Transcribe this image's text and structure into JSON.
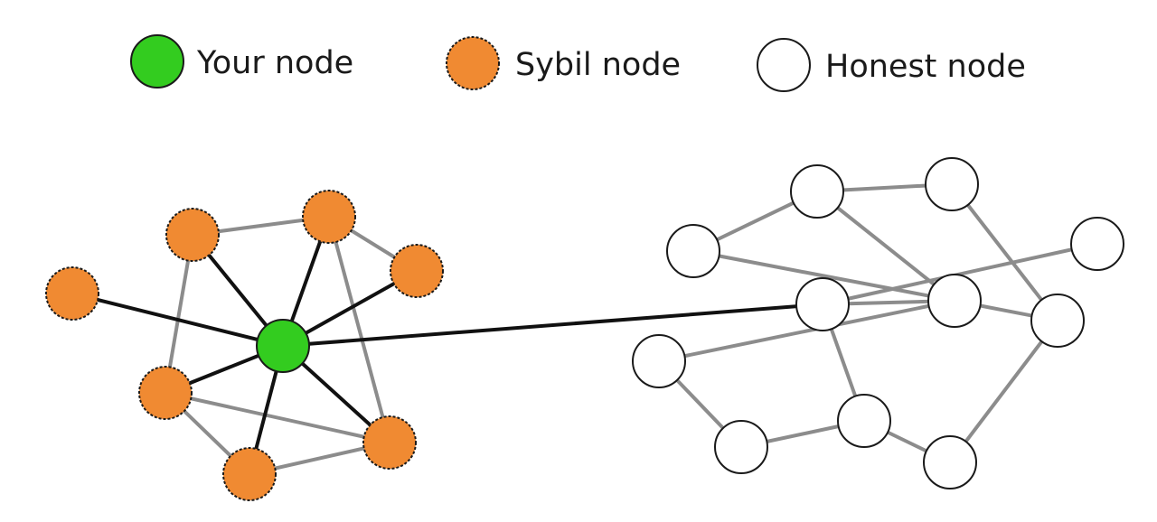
{
  "legend": {
    "your_node_label": "Your node",
    "sybil_node_label": "Sybil node",
    "honest_node_label": "Honest node"
  },
  "colors": {
    "your_node_fill": "#33cc1f",
    "sybil_node_fill": "#f08a32",
    "honest_node_fill": "#ffffff",
    "node_stroke": "#1a1a1a",
    "attack_edge": "#111111",
    "internal_edge": "#8c8c8c"
  },
  "graph": {
    "nodes": [
      {
        "id": "you",
        "type": "your_node"
      },
      {
        "id": "s1",
        "type": "sybil_node"
      },
      {
        "id": "s2",
        "type": "sybil_node"
      },
      {
        "id": "s3",
        "type": "sybil_node"
      },
      {
        "id": "s4",
        "type": "sybil_node"
      },
      {
        "id": "s5",
        "type": "sybil_node"
      },
      {
        "id": "s6",
        "type": "sybil_node"
      },
      {
        "id": "s7",
        "type": "sybil_node"
      },
      {
        "id": "h1",
        "type": "honest_node"
      },
      {
        "id": "h2",
        "type": "honest_node"
      },
      {
        "id": "h3",
        "type": "honest_node"
      },
      {
        "id": "h4",
        "type": "honest_node"
      },
      {
        "id": "h5",
        "type": "honest_node"
      },
      {
        "id": "h6",
        "type": "honest_node"
      },
      {
        "id": "h7",
        "type": "honest_node"
      },
      {
        "id": "h8",
        "type": "honest_node"
      },
      {
        "id": "h9",
        "type": "honest_node"
      },
      {
        "id": "h10",
        "type": "honest_node"
      },
      {
        "id": "h11",
        "type": "honest_node"
      }
    ],
    "edges": [
      {
        "from": "s2",
        "to": "s3",
        "kind": "internal"
      },
      {
        "from": "s2",
        "to": "s5",
        "kind": "internal"
      },
      {
        "from": "s3",
        "to": "s4",
        "kind": "internal"
      },
      {
        "from": "s3",
        "to": "s7",
        "kind": "internal"
      },
      {
        "from": "s5",
        "to": "s6",
        "kind": "internal"
      },
      {
        "from": "s5",
        "to": "s7",
        "kind": "internal"
      },
      {
        "from": "s6",
        "to": "s7",
        "kind": "internal"
      },
      {
        "from": "you",
        "to": "s1",
        "kind": "strong"
      },
      {
        "from": "you",
        "to": "s2",
        "kind": "strong"
      },
      {
        "from": "you",
        "to": "s3",
        "kind": "strong"
      },
      {
        "from": "you",
        "to": "s4",
        "kind": "strong"
      },
      {
        "from": "you",
        "to": "s5",
        "kind": "strong"
      },
      {
        "from": "you",
        "to": "s6",
        "kind": "strong"
      },
      {
        "from": "you",
        "to": "s7",
        "kind": "strong"
      },
      {
        "from": "you",
        "to": "h5",
        "kind": "strong"
      },
      {
        "from": "h1",
        "to": "h2",
        "kind": "internal"
      },
      {
        "from": "h1",
        "to": "h6",
        "kind": "internal"
      },
      {
        "from": "h2",
        "to": "h3",
        "kind": "internal"
      },
      {
        "from": "h2",
        "to": "h6",
        "kind": "internal"
      },
      {
        "from": "h4",
        "to": "h5",
        "kind": "internal"
      },
      {
        "from": "h5",
        "to": "h6",
        "kind": "internal"
      },
      {
        "from": "h5",
        "to": "h10",
        "kind": "internal"
      },
      {
        "from": "h3",
        "to": "h7",
        "kind": "internal"
      },
      {
        "from": "h6",
        "to": "h7",
        "kind": "internal"
      },
      {
        "from": "h6",
        "to": "h8",
        "kind": "internal"
      },
      {
        "from": "h7",
        "to": "h11",
        "kind": "internal"
      },
      {
        "from": "h8",
        "to": "h9",
        "kind": "internal"
      },
      {
        "from": "h9",
        "to": "h10",
        "kind": "internal"
      },
      {
        "from": "h10",
        "to": "h11",
        "kind": "internal"
      }
    ]
  }
}
